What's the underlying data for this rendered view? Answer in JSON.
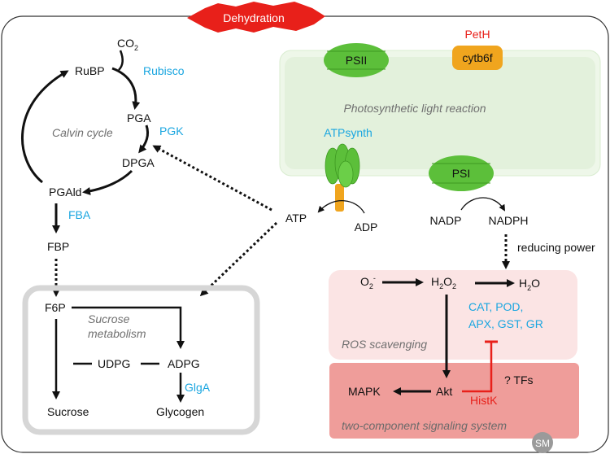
{
  "banner": {
    "label": "Dehydration"
  },
  "light_reaction": {
    "title": "Photosynthetic light reaction",
    "psii": "PSII",
    "psi": "PSI",
    "cytb6f": "cytb6f",
    "petH": "PetH",
    "atpsynth": "ATPsynth",
    "adp": "ADP",
    "atp": "ATP",
    "nadp": "NADP",
    "nadph": "NADPH",
    "reducing_power": "reducing power"
  },
  "calvin": {
    "title": "Calvin cycle",
    "co2_main": "CO",
    "co2_sub": "2",
    "rubp": "RuBP",
    "rubisco": "Rubisco",
    "pga": "PGA",
    "pgk": "PGK",
    "dpga": "DPGA",
    "pgald": "PGAld",
    "fba": "FBA",
    "fbp": "FBP"
  },
  "sucrose": {
    "title_line1": "Sucrose",
    "title_line2": "metabolism",
    "f6p": "F6P",
    "udpg": "UDPG",
    "adpg": "ADPG",
    "glga": "GlgA",
    "sucrose": "Sucrose",
    "glycogen": "Glycogen"
  },
  "ros": {
    "title": "ROS scavenging",
    "o2_main": "O",
    "o2_sub": "2",
    "o2_sup": "-",
    "h2o2_a": "H",
    "h2o2_sub1": "2",
    "h2o2_b": "O",
    "h2o2_sub2": "2",
    "h2o_a": "H",
    "h2o_sub": "2",
    "h2o_b": "O",
    "enzymes_line1": "CAT, POD,",
    "enzymes_line2": "APX, GST, GR"
  },
  "signaling": {
    "title": "two-component signaling system",
    "mapk": "MAPK",
    "akt": "Akt",
    "tfs": "? TFs",
    "histk": "HistK"
  },
  "watermark": "SM",
  "colors": {
    "blue": "#1aa6e0",
    "red": "#e8201a",
    "green": "#5cbf3a",
    "orange": "#f0a51e",
    "ros_bg": "#fbe4e4",
    "signal_bg": "#ef9d9a",
    "light_bg": "#e6f3df"
  }
}
